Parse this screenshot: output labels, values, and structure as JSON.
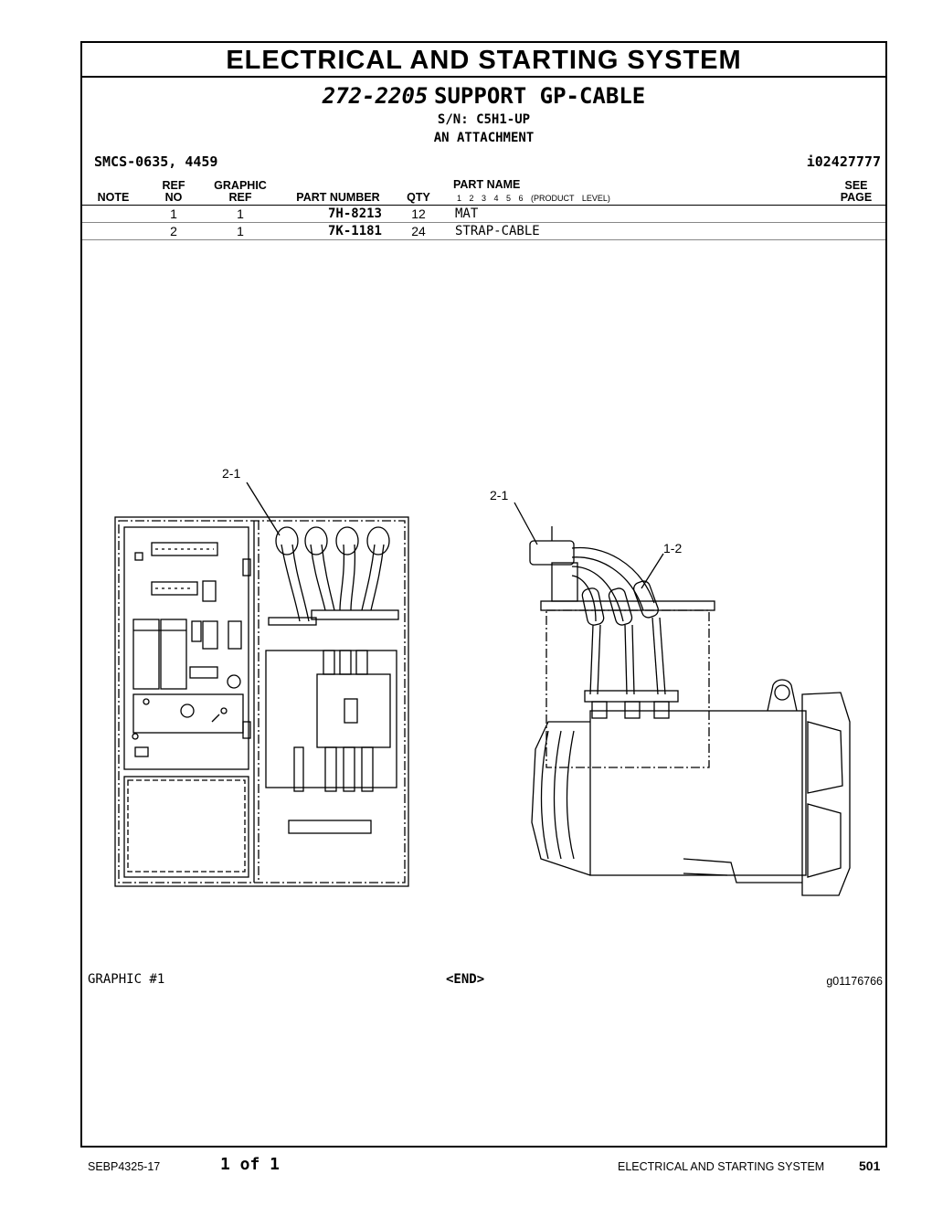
{
  "page": {
    "section_title": "ELECTRICAL AND STARTING SYSTEM",
    "group_number": "272-2205",
    "group_name": "SUPPORT GP-CABLE",
    "serial": "S/N: C5H1-UP",
    "attachment": "AN ATTACHMENT",
    "smcs": "SMCS-0635, 4459",
    "illustration_id": "i02427777"
  },
  "table": {
    "headers": {
      "note": "NOTE",
      "ref_top": "REF",
      "ref_bottom": "NO",
      "graphic_top": "GRAPHIC",
      "graphic_bottom": "REF",
      "part_number": "PART NUMBER",
      "qty": "QTY",
      "part_name": "PART NAME",
      "product_levels": "1 2 3 4 5 6 (PRODUCT LEVEL)",
      "see_top": "SEE",
      "see_bottom": "PAGE"
    },
    "rows": [
      {
        "ref_no": "1",
        "graphic_ref": "1",
        "part_number": "7H-8213",
        "qty": "12",
        "part_name": "MAT"
      },
      {
        "ref_no": "2",
        "graphic_ref": "1",
        "part_number": "7K-1181",
        "qty": "24",
        "part_name": "STRAP-CABLE"
      }
    ]
  },
  "graphic": {
    "callouts": [
      "2-1",
      "2-1",
      "1-2"
    ],
    "label": "GRAPHIC #1",
    "end_marker": "<END>",
    "graphic_id": "g01176766"
  },
  "footer": {
    "doc_number": "SEBP4325-17",
    "page_of": "1 of 1",
    "section": "ELECTRICAL AND STARTING SYSTEM",
    "page_number": "501"
  }
}
